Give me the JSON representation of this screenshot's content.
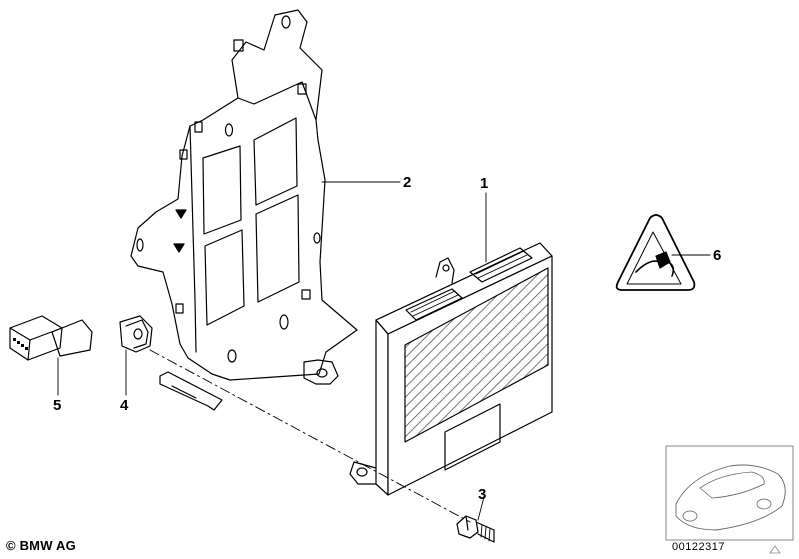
{
  "callouts": [
    {
      "id": "1",
      "label": "1"
    },
    {
      "id": "2",
      "label": "2"
    },
    {
      "id": "3",
      "label": "3"
    },
    {
      "id": "4",
      "label": "4"
    },
    {
      "id": "5",
      "label": "5"
    },
    {
      "id": "6",
      "label": "6"
    }
  ],
  "copyright": "© BMW AG",
  "diagram_number": "00122317",
  "colors": {
    "line": "#000000",
    "background": "#ffffff",
    "hatch": "#555555",
    "inset_border": "#888888"
  },
  "icons": {
    "warning": "electrical-hazard-warning-triangle-icon",
    "vehicle": "vehicle-location-thumbnail"
  }
}
